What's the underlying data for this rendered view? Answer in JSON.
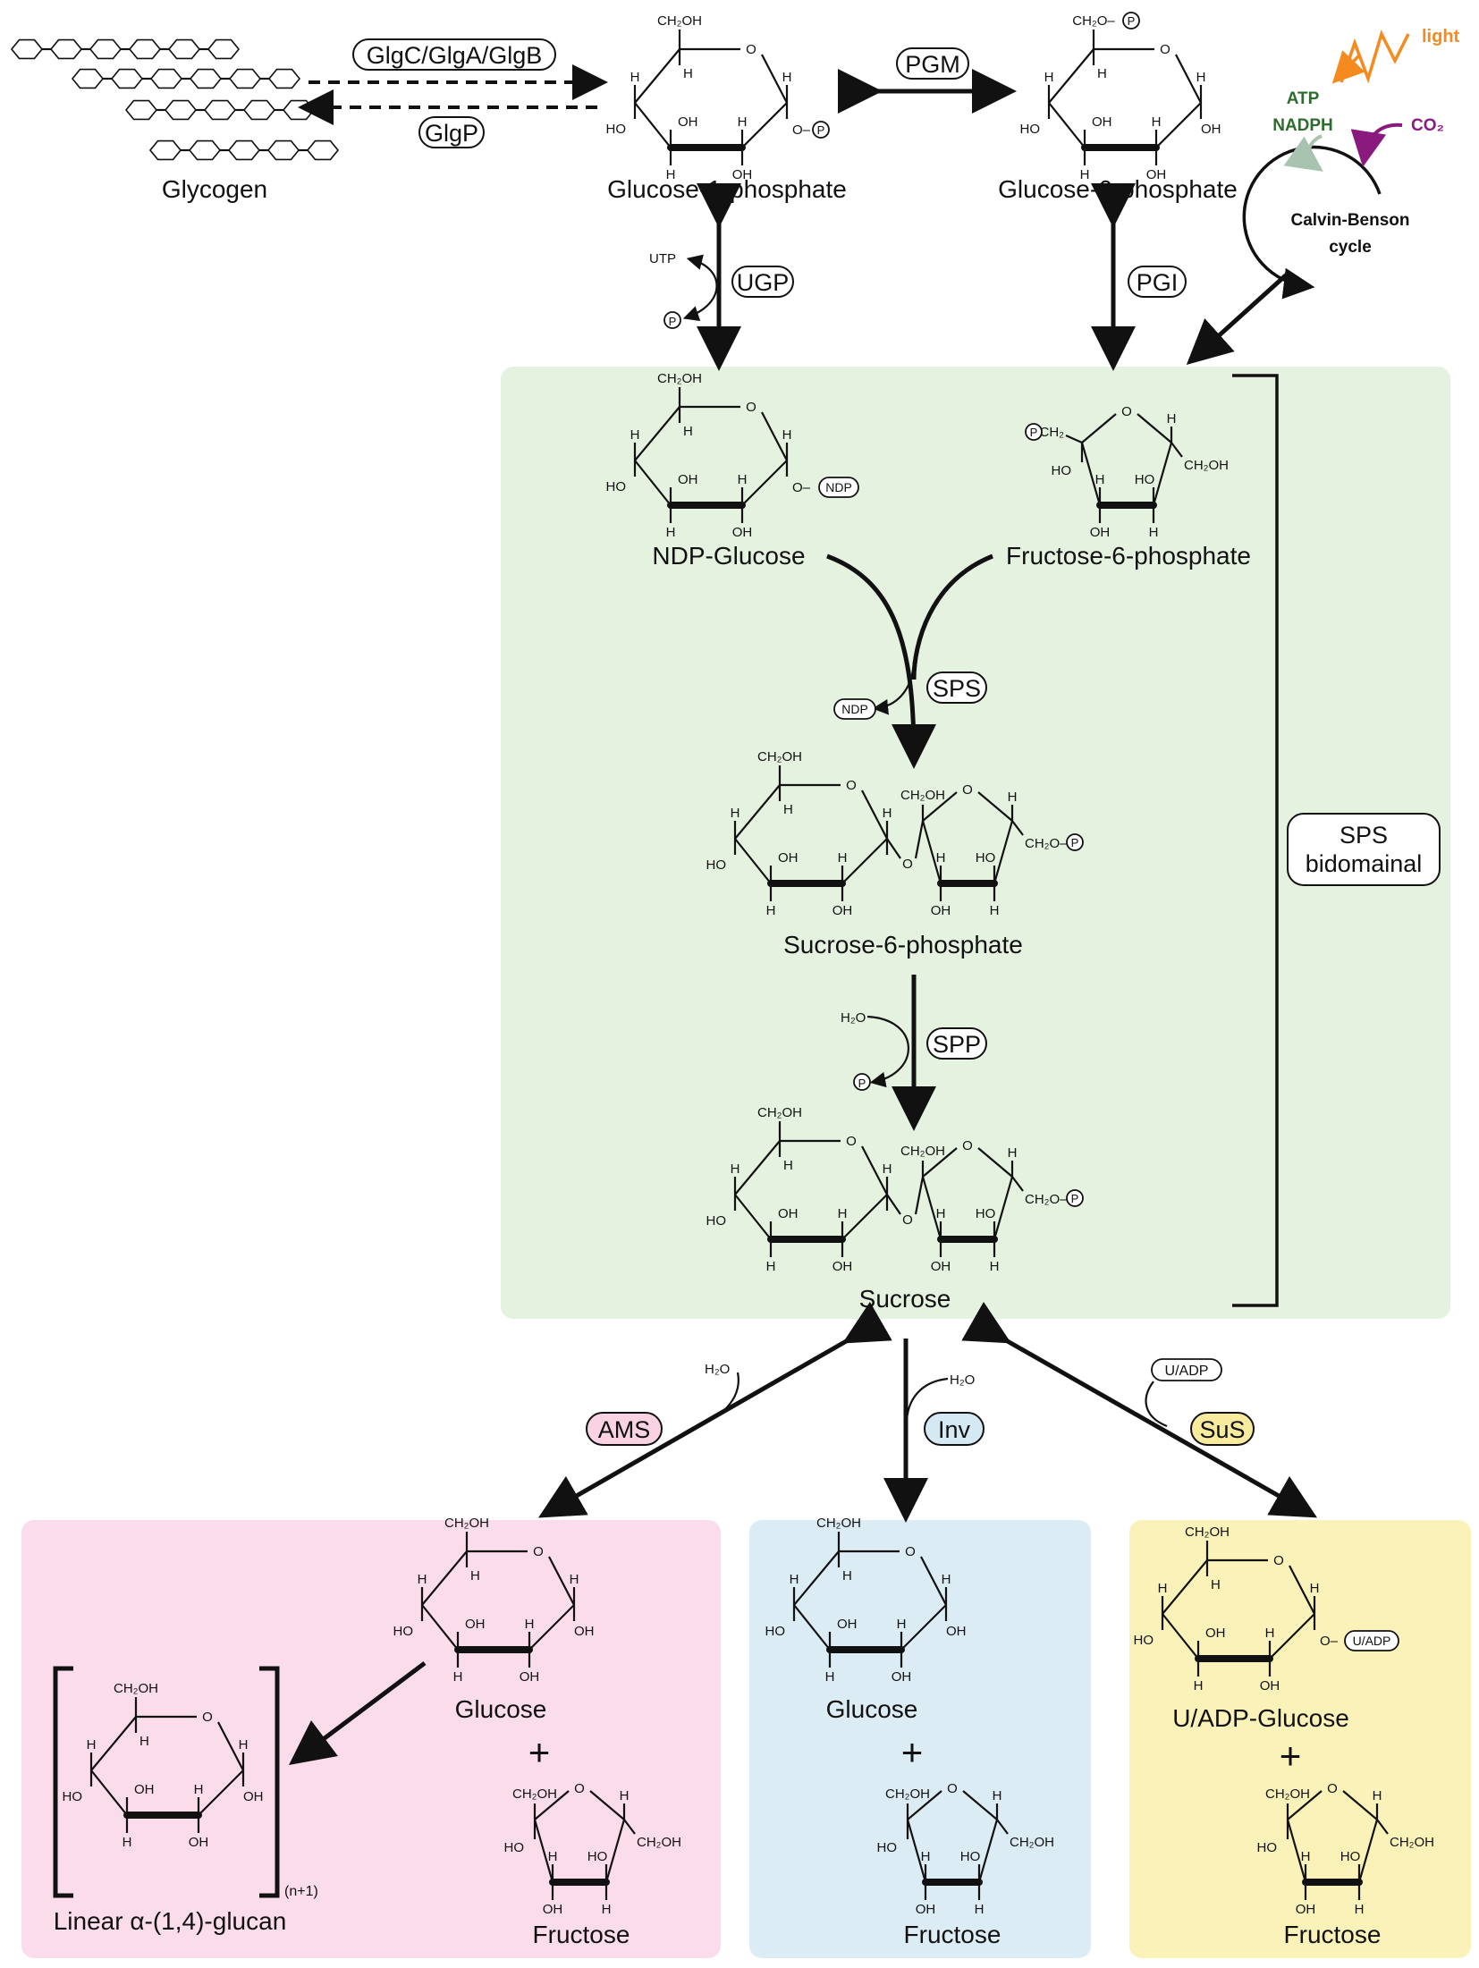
{
  "molecules": {
    "glycogen": "Glycogen",
    "g1p": "Glucose-1-phosphate",
    "g6p": "Glucose-6-phosphate",
    "ndp_glucose": "NDP-Glucose",
    "f6p": "Fructose-6-phosphate",
    "s6p": "Sucrose-6-phosphate",
    "sucrose": "Sucrose",
    "glucose_ams": "Glucose",
    "fructose_ams": "Fructose",
    "glucan": "Linear α-(1,4)-glucan",
    "glucan_sub": "(n+1)",
    "glucose_inv": "Glucose",
    "fructose_inv": "Fructose",
    "uadp_glucose": "U/ADP-Glucose",
    "fructose_sus": "Fructose",
    "plus": "+"
  },
  "enzymes": {
    "glc_glga_glgb": "GlgC/GlgA/GlgB",
    "glgp": "GlgP",
    "pgm": "PGM",
    "ugp": "UGP",
    "pgi": "PGI",
    "sps": "SPS",
    "spp": "SPP",
    "sps_bidomainal_1": "SPS",
    "sps_bidomainal_2": "bidomainal",
    "ams": "AMS",
    "inv": "Inv",
    "sus": "SuS"
  },
  "cofactors": {
    "utp": "UTP",
    "p": "P",
    "ndp": "NDP",
    "u_adp": "U/ADP",
    "h2o": "H₂O"
  },
  "calvin": {
    "light": "light",
    "co2": "CO₂",
    "atp": "ATP",
    "nadph": "NADPH",
    "cycle_1": "Calvin-Benson",
    "cycle_2": "cycle"
  },
  "atoms": {
    "ch2oh": "CH₂OH",
    "ch2o": "CH₂O",
    "ocH2": "OCH₂",
    "o": "O",
    "h": "H",
    "oh": "OH",
    "ho": "HO"
  },
  "colors": {
    "sps_panel": "#e6f2e0",
    "ams_panel": "#fadcea",
    "inv_panel": "#dcecf5",
    "sus_panel": "#faf2b8",
    "ams_pill": "#f9d3e3",
    "inv_pill": "#d5e9f5",
    "sus_pill": "#f8eb9e",
    "light": "#f58a1f",
    "co2": "#8a1a7e",
    "atp": "#2e6b2e",
    "atp_arrow": "#a8c4b0"
  }
}
